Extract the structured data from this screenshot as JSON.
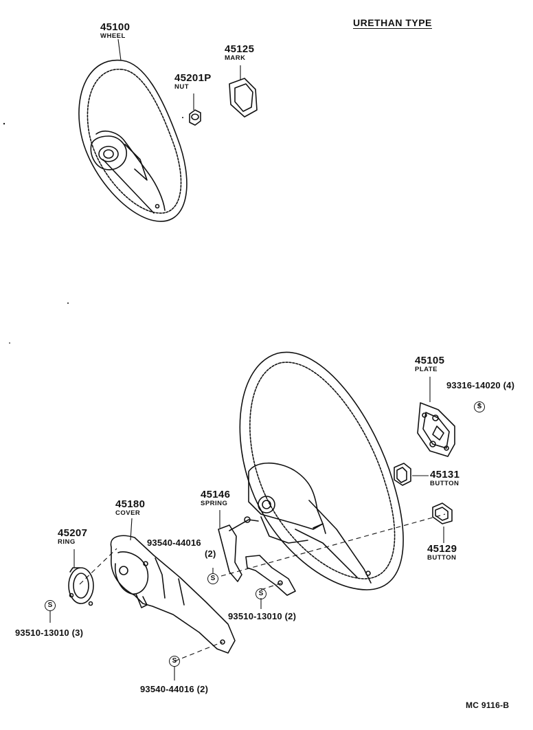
{
  "title": "URETHAN TYPE",
  "diagram_code": "MC 9116-B",
  "parts": [
    {
      "id": "wheel-top",
      "number": "45100",
      "name": "WHEEL"
    },
    {
      "id": "mark",
      "number": "45125",
      "name": "MARK"
    },
    {
      "id": "nut",
      "number": "45201P",
      "name": "NUT"
    },
    {
      "id": "plate",
      "number": "45105",
      "name": "PLATE"
    },
    {
      "id": "button-a",
      "number": "45131",
      "name": "BUTTON"
    },
    {
      "id": "button-b",
      "number": "45129",
      "name": "BUTTON"
    },
    {
      "id": "spring",
      "number": "45146",
      "name": "SPRING"
    },
    {
      "id": "cover",
      "number": "45180",
      "name": "COVER"
    },
    {
      "id": "ring",
      "number": "45207",
      "name": "RING"
    }
  ],
  "fasteners": [
    {
      "id": "screw-plate",
      "part": "93316-14020",
      "qty": "(4)",
      "symbol": "S"
    },
    {
      "id": "screw-spring",
      "part": "93540-44016",
      "qty": "(2)",
      "symbol": "S"
    },
    {
      "id": "screw-mid",
      "part": "93510-13010",
      "qty": "(2)",
      "symbol": "S"
    },
    {
      "id": "screw-ring",
      "part": "93510-13010",
      "qty": "(3)",
      "symbol": "S"
    },
    {
      "id": "screw-cover",
      "part": "93540-44016",
      "qty": "(2)",
      "symbol": "S"
    }
  ]
}
